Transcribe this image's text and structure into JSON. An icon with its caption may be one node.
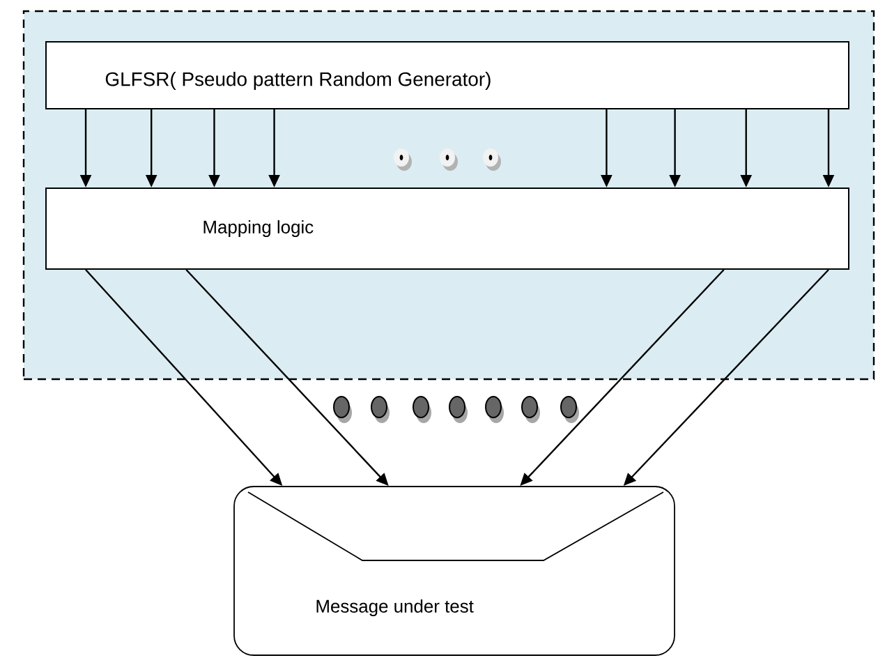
{
  "diagram": {
    "nodes": [
      {
        "text": [],
        "shape": "box"
      },
      {
        "text": [
          "GLFSR( Pseudo pattern Random Generator)"
        ],
        "in": 0
      },
      {
        "text": [
          "Mapping logic"
        ],
        "in": 0
      },
      {
        "text": [
          "Message under test"
        ]
      }
    ],
    "edges": [
      {
        "from": 1,
        "to": 2,
        "arrow": "to"
      },
      {
        "from": 1,
        "to": 2,
        "arrow": "to"
      },
      {
        "from": 1,
        "to": 2,
        "arrow": "to"
      },
      {
        "from": 1,
        "to": 2,
        "arrow": "to"
      },
      {
        "from": 1,
        "to": 2,
        "arrow": "to"
      },
      {
        "from": 1,
        "to": 2,
        "arrow": "to"
      },
      {
        "from": 1,
        "to": 2,
        "arrow": "to"
      },
      {
        "from": 1,
        "to": 2,
        "arrow": "to"
      },
      {
        "from": 2,
        "to": 3,
        "arrow": "to"
      },
      {
        "from": 2,
        "to": 3,
        "arrow": "to"
      },
      {
        "from": 2,
        "to": 3,
        "arrow": "to"
      },
      {
        "from": 2,
        "to": 3,
        "arrow": "to"
      }
    ]
  }
}
